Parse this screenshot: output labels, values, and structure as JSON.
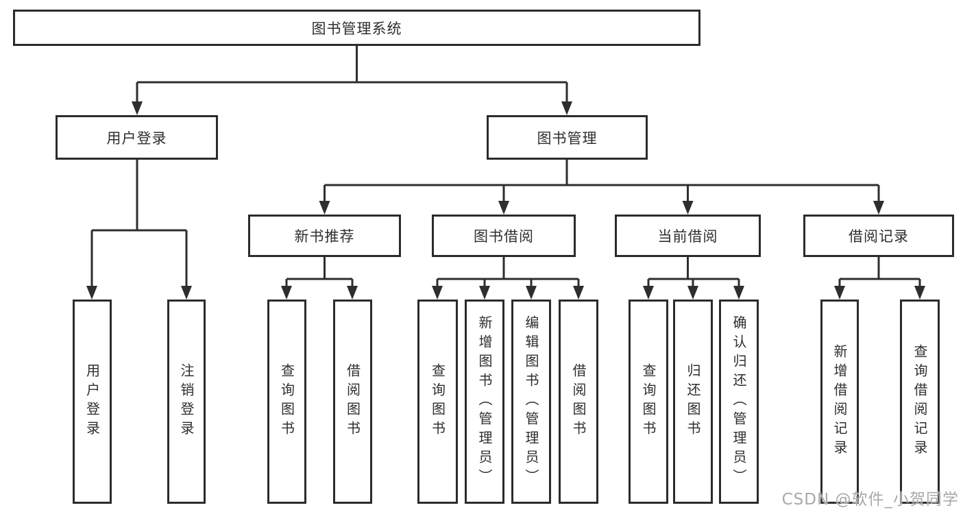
{
  "diagram": {
    "title": "图书管理系统",
    "branches": {
      "user_login": {
        "label": "用户登录",
        "children": [
          {
            "label": "用户登录"
          },
          {
            "label": "注销登录"
          }
        ]
      },
      "book_mgmt": {
        "label": "图书管理",
        "modules": [
          {
            "label": "新书推荐",
            "children": [
              {
                "label": "查询图书"
              },
              {
                "label": "借阅图书"
              }
            ]
          },
          {
            "label": "图书借阅",
            "children": [
              {
                "label": "查询图书"
              },
              {
                "label": "新增图书（管理员）"
              },
              {
                "label": "编辑图书（管理员）"
              },
              {
                "label": "借阅图书"
              }
            ]
          },
          {
            "label": "当前借阅",
            "children": [
              {
                "label": "查询图书"
              },
              {
                "label": "归还图书"
              },
              {
                "label": "确认归还（管理员）"
              }
            ]
          },
          {
            "label": "借阅记录",
            "children": [
              {
                "label": "新增借阅记录"
              },
              {
                "label": "查询借阅记录"
              }
            ]
          }
        ]
      }
    }
  },
  "watermark": {
    "text": "CSDN @软件_小贺同学"
  },
  "colors": {
    "line": "#2e2e2e",
    "border": "#2b2b2b",
    "background": "#ffffff",
    "text": "#2e2e2e",
    "watermark": "#a9a9a9"
  }
}
